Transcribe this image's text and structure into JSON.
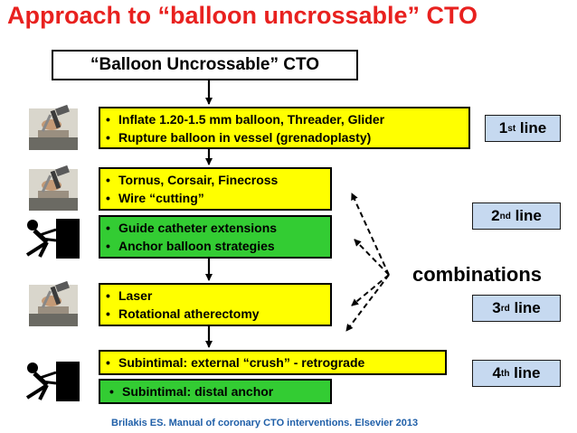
{
  "title": "Approach to “balloon uncrossable” CTO",
  "top_box": "“Balloon Uncrossable” CTO",
  "boxes": [
    {
      "items": [
        "Inflate 1.20-1.5 mm balloon, Threader, Glider",
        "Rupture balloon in vessel (grenadoplasty)"
      ],
      "color": "#ffff00"
    },
    {
      "items": [
        "Tornus, Corsair, Finecross",
        "Wire “cutting”"
      ],
      "color": "#ffff00"
    },
    {
      "items": [
        "Guide catheter extensions",
        "Anchor balloon strategies"
      ],
      "color": "#33cc33"
    },
    {
      "items": [
        "Laser",
        "Rotational atherectomy"
      ],
      "color": "#ffff00"
    },
    {
      "items": [
        "Subintimal: external “crush” - retrograde"
      ],
      "color": "#ffff00"
    },
    {
      "items": [
        "Subintimal: distal anchor"
      ],
      "color": "#33cc33"
    }
  ],
  "lines": [
    {
      "ordinal": "1",
      "suffix": "st",
      "word": "line"
    },
    {
      "ordinal": "2",
      "suffix": "nd",
      "word": "line"
    },
    {
      "ordinal": "3",
      "suffix": "rd",
      "word": "line"
    },
    {
      "ordinal": "4",
      "suffix": "th",
      "word": "line"
    }
  ],
  "combinations": "combinations",
  "reference": "Brilakis ES. Manual of coronary CTO interventions. Elsevier 2013",
  "icons": {
    "hammer": "hammer-chisel-icon",
    "push": "pushing-figure-icon"
  },
  "colors": {
    "title": "#e8211f",
    "yellow": "#ffff00",
    "green": "#33cc33",
    "line_box": "#c6d9f0",
    "reference": "#1f5fa8"
  }
}
